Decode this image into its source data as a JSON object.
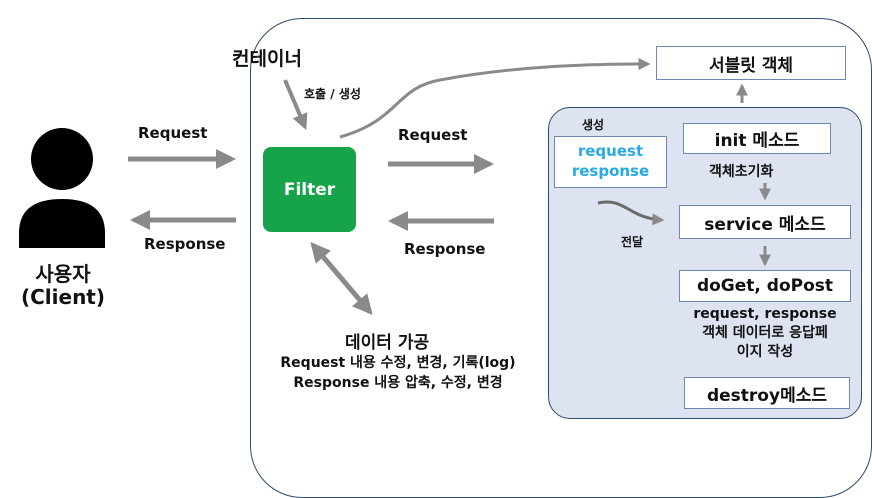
{
  "client": {
    "label": "사용자",
    "sublabel": "(Client)"
  },
  "flows": {
    "client_request": "Request",
    "client_response": "Response",
    "filter_request": "Request",
    "filter_response": "Response"
  },
  "container": {
    "title": "컨테이너",
    "call_create": "호출 / 생성"
  },
  "filter": {
    "label": "Filter",
    "processing_title": "데이터 가공",
    "processing_lines": [
      "Request 내용 수정, 변경, 기록(log)",
      "Response 내용 압축, 수정, 변경"
    ]
  },
  "servlet": {
    "object": "서블릿 객체",
    "create_label": "생성",
    "request_object": "request",
    "response_object": "response",
    "deliver_label": "전달",
    "init_method": "init 메소드",
    "init_desc": "객체초기화",
    "service_method": "service 메소드",
    "doget_dopost": "doGet, doPost",
    "doget_desc": [
      "request, response",
      "객체 데이터로 응답페",
      "이지 작성"
    ],
    "destroy_method": "destroy메소드"
  },
  "colors": {
    "filter_fill": "#17a34a",
    "panel_fill": "#dde3f1",
    "outline": "#2f4d6c",
    "box_border": "#6f87b3",
    "req_res_text": "#28a9e6",
    "arrow": "#8a8a8a"
  }
}
